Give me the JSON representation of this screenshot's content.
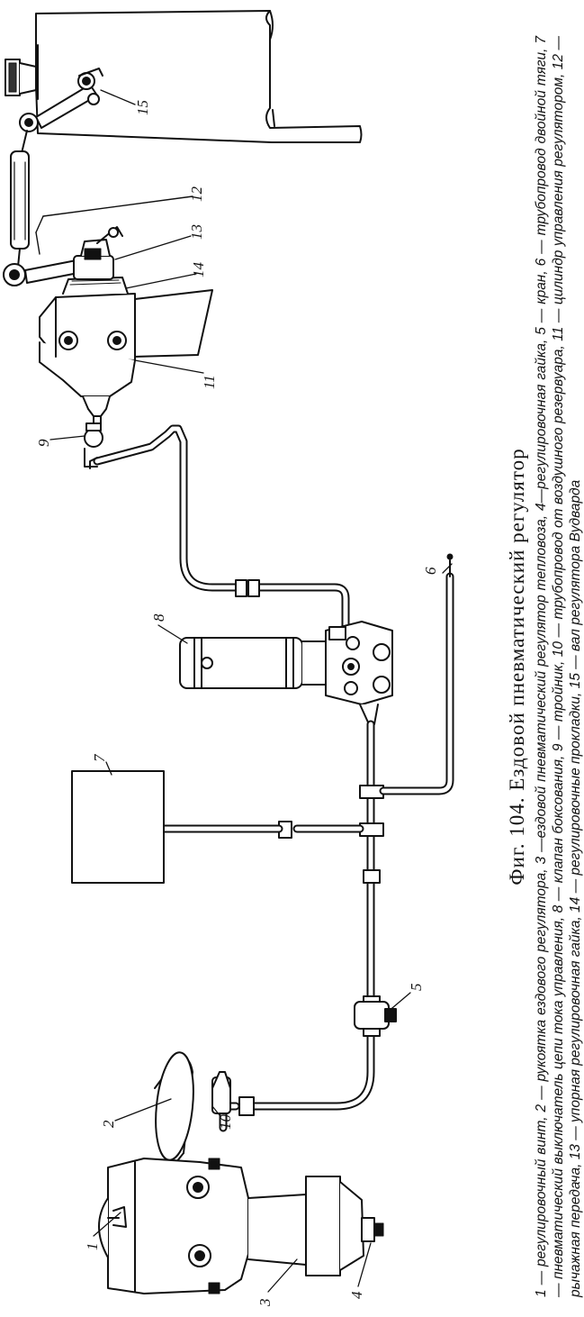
{
  "figure": {
    "title": "Фиг. 104. Ездовой пневматический регулятор",
    "legend": "1 — регулировочный винт, 2 — рукоятка ездового регулятора, 3 —ездовой пневматический регулятор тепловоза, 4—регулировочная гайка, 5 — кран, 6 — трубопровод двойной тяги, 7 — пневматический выключатель цепи тока управления, 8 — клапан боксования, 9 — тройник, 10 — трубопровод от воздушного резервуара, 11 — цилиндр управления регулятором, 12 — рычажная передача, 13 — упорная регулировочная гайка, 14 — регулировочные прокладки, 15 — вал регулятора Вудварда"
  },
  "labels": {
    "l1": "1",
    "l2": "2",
    "l3": "3",
    "l4": "4",
    "l5": "5",
    "l6": "6",
    "l7": "7",
    "l8": "8",
    "l9": "9",
    "l10": "10",
    "l11": "11",
    "l12": "12",
    "l13": "13",
    "l14": "14",
    "l15": "15"
  }
}
